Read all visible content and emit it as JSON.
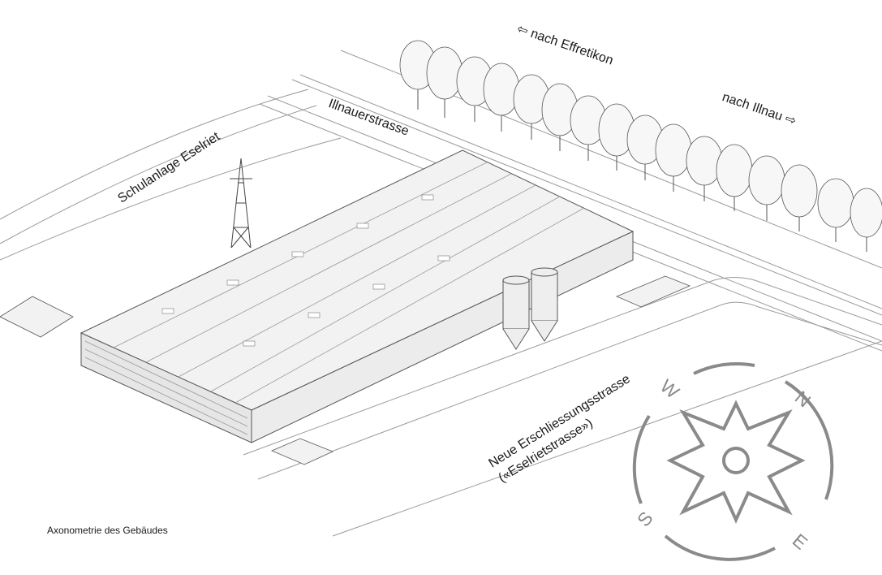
{
  "labels": {
    "to_effretikon": "⇦ nach Effretikon",
    "to_illnau": "nach Illnau ⇨",
    "illnauerstrasse": "Illnauerstrasse",
    "schulanlage": "Schulanlage Eselriet",
    "new_road_line1": "Neue Erschliessungsstrasse",
    "new_road_line2": "(«Eselrietstrasse»)",
    "caption": "Axonometrie des Gebäudes"
  },
  "compass": {
    "n": "N",
    "e": "E",
    "s": "S",
    "w": "W",
    "color": "#8a8a8a"
  },
  "colors": {
    "line": "#555555",
    "light_line": "#9a9a9a",
    "fill_roof": "#f2f2f2",
    "fill_facade": "#e6e6e6"
  }
}
